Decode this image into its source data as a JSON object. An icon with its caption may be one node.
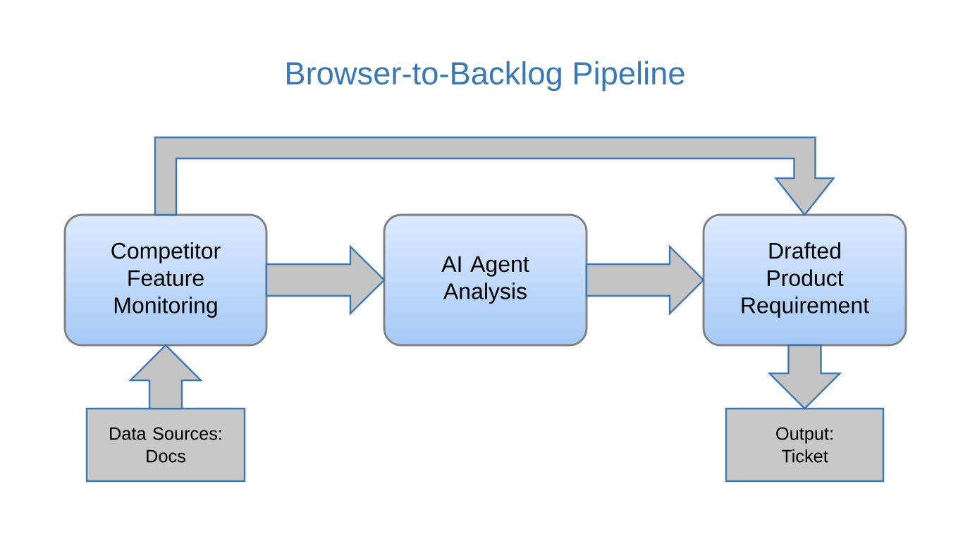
{
  "diagram": {
    "title": "Browser-to-Backlog Pipeline",
    "nodes": [
      {
        "text": [
          "Competitor Feature Monitoring"
        ]
      },
      {
        "text": [
          "AI Agent Analysis"
        ]
      },
      {
        "text": [
          "Drafted Product Requirement"
        ]
      },
      {
        "text": [
          "Data Sources: Docs"
        ]
      },
      {
        "text": [
          "Output: Ticket"
        ]
      }
    ],
    "edges": [
      {
        "from": 0,
        "to": 1,
        "arrow": "to"
      },
      {
        "from": 1,
        "to": 2,
        "arrow": "to"
      },
      {
        "from": 0,
        "to": 2,
        "arrow": "to"
      },
      {
        "from": 3,
        "to": 0,
        "arrow": "to"
      },
      {
        "from": 2,
        "to": 4,
        "arrow": "to"
      }
    ]
  }
}
